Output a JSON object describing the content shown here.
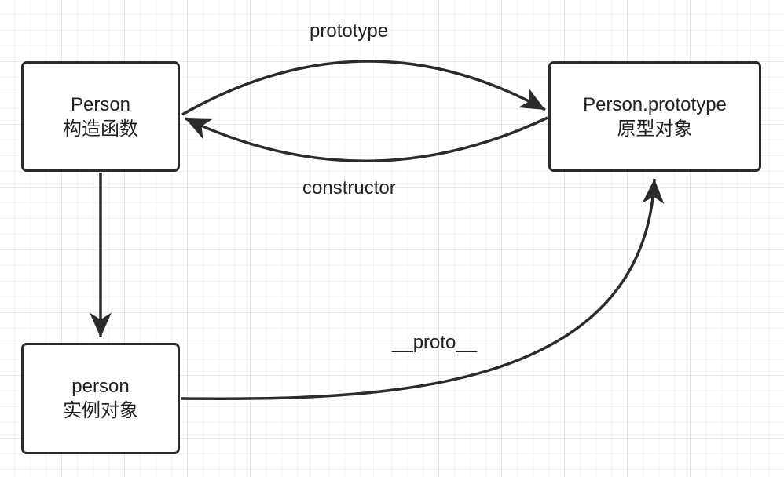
{
  "nodes": {
    "constructor": {
      "line1": "Person",
      "line2": "构造函数"
    },
    "prototype": {
      "line1": "Person.prototype",
      "line2": "原型对象"
    },
    "instance": {
      "line1": "person",
      "line2": "实例对象"
    }
  },
  "edges": {
    "prototype": {
      "label": "prototype"
    },
    "constructor": {
      "label": "constructor"
    },
    "proto": {
      "label": "__proto__"
    }
  },
  "colors": {
    "stroke": "#2b2b2b",
    "grid": "#e6e6e6",
    "background": "#ffffff"
  }
}
